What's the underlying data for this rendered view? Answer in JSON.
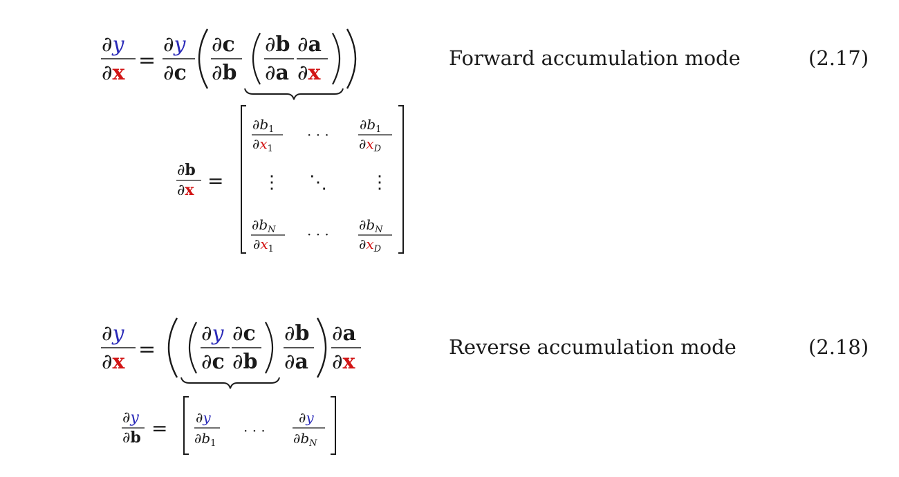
{
  "eq1": {
    "label": "Forward accumulation mode",
    "number": "(2.17)",
    "main": {
      "partial": "∂",
      "y": "y",
      "x": "x",
      "c": "c",
      "b": "b",
      "a": "a",
      "eq": "="
    },
    "jacobian": {
      "lhs_num": "b",
      "lhs_den": "x",
      "entries": [
        {
          "num_var": "b",
          "num_sub": "1",
          "den_var": "x",
          "den_sub": "1"
        },
        {
          "num_var": "b",
          "num_sub": "1",
          "den_var": "x",
          "den_sub": "D"
        },
        {
          "num_var": "b",
          "num_sub": "N",
          "den_var": "x",
          "den_sub": "1"
        },
        {
          "num_var": "b",
          "num_sub": "N",
          "den_var": "x",
          "den_sub": "D"
        }
      ],
      "hdots": "· · ·",
      "vdots": "⋮",
      "ddots": "⋱"
    }
  },
  "eq2": {
    "label": "Reverse accumulation mode",
    "number": "(2.18)",
    "gradient": {
      "lhs_num": "y",
      "lhs_den": "b",
      "entries": [
        {
          "num_var": "y",
          "den_var": "b",
          "den_sub": "1"
        },
        {
          "num_var": "y",
          "den_var": "b",
          "den_sub": "N"
        }
      ],
      "hdots": "· · ·"
    }
  },
  "colors": {
    "y": "#2a2ab8",
    "x": "#d21414",
    "ink": "#1a1a1a"
  }
}
